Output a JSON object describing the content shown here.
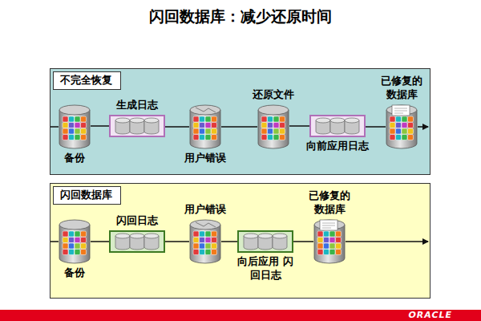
{
  "diagram": {
    "title": "闪回数据库：减少还原时间",
    "nodes": [
      {
        "text": [
          "不完全恢复"
        ]
      },
      {
        "text": [
          "备份"
        ],
        "in": 0
      },
      {
        "text": [
          "生成日志"
        ],
        "in": 0
      },
      {
        "text": [
          "用户错误"
        ],
        "in": 0
      },
      {
        "text": [
          "还原文件"
        ],
        "in": 0
      },
      {
        "text": [
          "向前应用日志"
        ],
        "in": 0
      },
      {
        "text": [
          "已修复的 数据库"
        ],
        "in": 0
      },
      {
        "text": [
          "闪回数据库"
        ]
      },
      {
        "text": [
          "备份"
        ],
        "in": 7
      },
      {
        "text": [
          "闪回日志"
        ],
        "in": 7
      },
      {
        "text": [
          "用户错误"
        ],
        "in": 7
      },
      {
        "text": [
          "向后应用 闪回日志"
        ],
        "in": 7
      },
      {
        "text": [
          "已修复的 数据库"
        ],
        "in": 7
      }
    ],
    "edges": [
      {
        "from": 1,
        "to": 2,
        "arrow": "none"
      },
      {
        "from": 2,
        "to": 3,
        "arrow": "none"
      },
      {
        "from": 3,
        "to": 4,
        "arrow": "none"
      },
      {
        "from": 4,
        "to": 5,
        "arrow": "none"
      },
      {
        "from": 5,
        "to": 6,
        "arrow": "none"
      },
      {
        "from": 8,
        "to": 9,
        "arrow": "none"
      },
      {
        "from": 9,
        "to": 10,
        "arrow": "none"
      },
      {
        "from": 10,
        "to": 11,
        "arrow": "none"
      },
      {
        "from": 11,
        "to": 12,
        "arrow": "none"
      }
    ],
    "labels": [
      "ORACLE"
    ]
  }
}
